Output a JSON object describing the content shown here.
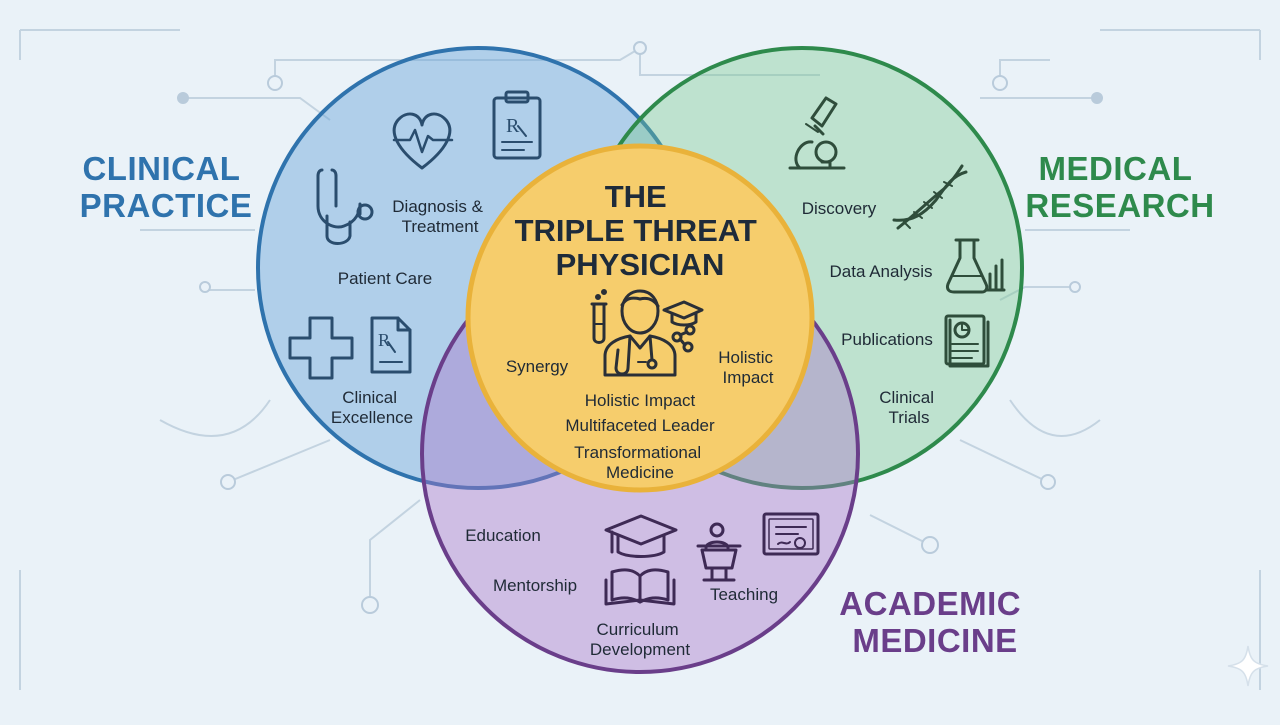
{
  "diagram": {
    "center": {
      "title_lines": [
        "THE",
        "TRIPLE THREAT",
        "PHYSICIAN"
      ],
      "labels": {
        "synergy": "Synergy",
        "holistic_impact_side": [
          "Holistic",
          "Impact"
        ],
        "holistic_impact": "Holistic Impact",
        "multifaceted_leader": "Multifaceted Leader",
        "transformational_medicine": [
          "Transformational",
          "Medicine"
        ]
      },
      "icon": "physician-icon"
    },
    "clinical": {
      "title_lines": [
        "CLINICAL",
        "PRACTICE"
      ],
      "color": "#2f73ad",
      "labels": {
        "diagnosis": [
          "Diagnosis &",
          "Treatment"
        ],
        "patient_care": "Patient Care",
        "clinical_excellence": [
          "Clinical",
          "Excellence"
        ]
      },
      "icons": [
        "heartbeat-icon",
        "prescription-clipboard-icon",
        "stethoscope-icon",
        "medical-cross-icon",
        "prescription-document-icon"
      ]
    },
    "research": {
      "title_lines": [
        "MEDICAL",
        "RESEARCH"
      ],
      "color": "#2e8a4c",
      "labels": {
        "discovery": "Discovery",
        "data_analysis": "Data Analysis",
        "publications": "Publications",
        "clinical_trials": [
          "Clinical",
          "Trials"
        ]
      },
      "icons": [
        "microscope-icon",
        "dna-icon",
        "flask-chart-icon",
        "publication-icon"
      ]
    },
    "academic": {
      "title_lines": [
        "ACADEMIC",
        "MEDICINE"
      ],
      "color": "#6a3e8a",
      "labels": {
        "education": "Education",
        "mentorship": "Mentorship",
        "teaching": "Teaching",
        "curriculum": [
          "Curriculum",
          "Development"
        ]
      },
      "icons": [
        "graduation-book-icon",
        "lectern-icon",
        "certificate-icon"
      ]
    },
    "colors": {
      "background": "#eaf2f8",
      "center_fill": "#f6cd6c",
      "center_stroke": "#e9b23a"
    }
  }
}
